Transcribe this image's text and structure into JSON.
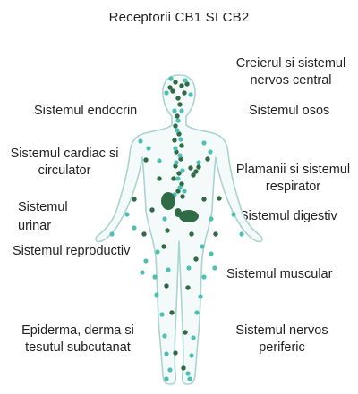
{
  "title": "Receptorii CB1 SI CB2",
  "labels": {
    "brain": [
      "Creierul si sistemul",
      "nervos central"
    ],
    "endocrine": [
      "Sistemul endocrin"
    ],
    "bone": [
      "Sistemul osos"
    ],
    "cardio": [
      "Sistemul cardiac si",
      "circulator"
    ],
    "lungs": [
      "Plamanii si sistemul",
      "respirator"
    ],
    "urinary": [
      "Sistemul",
      "urinar"
    ],
    "digestive": [
      "Sistemul digestiv"
    ],
    "reproductive": [
      "Sistemul reproductiv"
    ],
    "muscular": [
      "Sistemul muscular"
    ],
    "skin": [
      "Epiderma, derma si",
      "tesutul subcutanat"
    ],
    "peripheral": [
      "Sistemul nervos",
      "periferic"
    ]
  },
  "colors": {
    "cb1": "#2f6b45",
    "cb2": "#4fbfb3",
    "body_outline": "#a9d4d0",
    "body_fill": "#f3faf9"
  }
}
